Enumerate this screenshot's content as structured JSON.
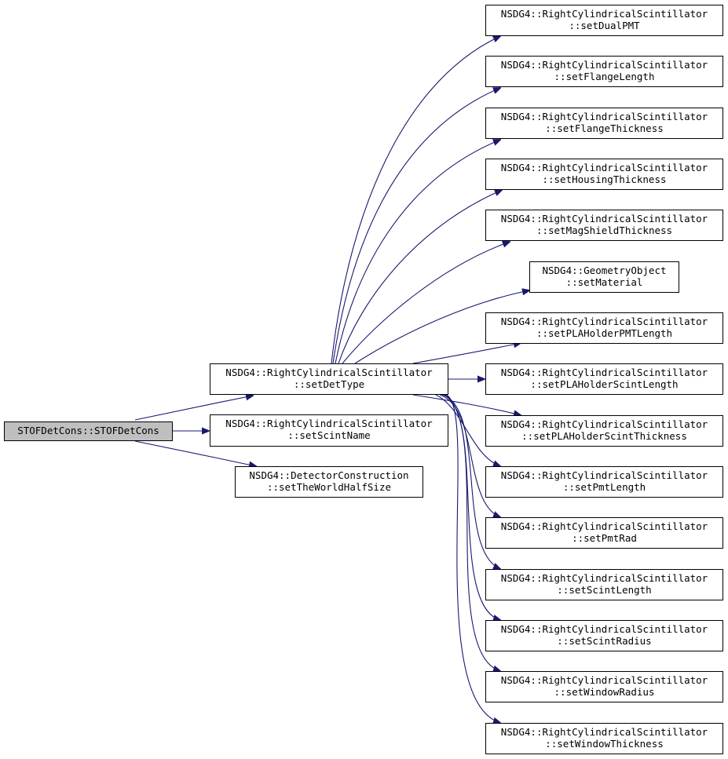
{
  "colors": {
    "edge": "#191970",
    "root_fill": "#bfbfbf",
    "node_fill": "#ffffff",
    "border": "#000000"
  },
  "nodes": {
    "root": {
      "line1": "STOFDetCons::STOFDetCons",
      "line2": ""
    },
    "setDetType": {
      "line1": "NSDG4::RightCylindricalScintillator",
      "line2": "::setDetType"
    },
    "setScintName": {
      "line1": "NSDG4::RightCylindricalScintillator",
      "line2": "::setScintName"
    },
    "setTheWorldHalfSize": {
      "line1": "NSDG4::DetectorConstruction",
      "line2": "::setTheWorldHalfSize"
    },
    "setDualPMT": {
      "line1": "NSDG4::RightCylindricalScintillator",
      "line2": "::setDualPMT"
    },
    "setFlangeLength": {
      "line1": "NSDG4::RightCylindricalScintillator",
      "line2": "::setFlangeLength"
    },
    "setFlangeThickness": {
      "line1": "NSDG4::RightCylindricalScintillator",
      "line2": "::setFlangeThickness"
    },
    "setHousingThickness": {
      "line1": "NSDG4::RightCylindricalScintillator",
      "line2": "::setHousingThickness"
    },
    "setMagShieldThickness": {
      "line1": "NSDG4::RightCylindricalScintillator",
      "line2": "::setMagShieldThickness"
    },
    "setMaterial": {
      "line1": "NSDG4::GeometryObject",
      "line2": "::setMaterial"
    },
    "setPLAHolderPMTLength": {
      "line1": "NSDG4::RightCylindricalScintillator",
      "line2": "::setPLAHolderPMTLength"
    },
    "setPLAHolderScintLength": {
      "line1": "NSDG4::RightCylindricalScintillator",
      "line2": "::setPLAHolderScintLength"
    },
    "setPLAHolderScintThickness": {
      "line1": "NSDG4::RightCylindricalScintillator",
      "line2": "::setPLAHolderScintThickness"
    },
    "setPmtLength": {
      "line1": "NSDG4::RightCylindricalScintillator",
      "line2": "::setPmtLength"
    },
    "setPmtRad": {
      "line1": "NSDG4::RightCylindricalScintillator",
      "line2": "::setPmtRad"
    },
    "setScintLength": {
      "line1": "NSDG4::RightCylindricalScintillator",
      "line2": "::setScintLength"
    },
    "setScintRadius": {
      "line1": "NSDG4::RightCylindricalScintillator",
      "line2": "::setScintRadius"
    },
    "setWindowRadius": {
      "line1": "NSDG4::RightCylindricalScintillator",
      "line2": "::setWindowRadius"
    },
    "setWindowThickness": {
      "line1": "NSDG4::RightCylindricalScintillator",
      "line2": "::setWindowThickness"
    }
  },
  "edges": [
    [
      "root",
      "setDetType"
    ],
    [
      "root",
      "setScintName"
    ],
    [
      "root",
      "setTheWorldHalfSize"
    ],
    [
      "setDetType",
      "setDualPMT"
    ],
    [
      "setDetType",
      "setFlangeLength"
    ],
    [
      "setDetType",
      "setFlangeThickness"
    ],
    [
      "setDetType",
      "setHousingThickness"
    ],
    [
      "setDetType",
      "setMagShieldThickness"
    ],
    [
      "setDetType",
      "setMaterial"
    ],
    [
      "setDetType",
      "setPLAHolderPMTLength"
    ],
    [
      "setDetType",
      "setPLAHolderScintLength"
    ],
    [
      "setDetType",
      "setPLAHolderScintThickness"
    ],
    [
      "setDetType",
      "setPmtLength"
    ],
    [
      "setDetType",
      "setPmtRad"
    ],
    [
      "setDetType",
      "setScintLength"
    ],
    [
      "setDetType",
      "setScintRadius"
    ],
    [
      "setDetType",
      "setWindowRadius"
    ],
    [
      "setDetType",
      "setWindowThickness"
    ]
  ]
}
